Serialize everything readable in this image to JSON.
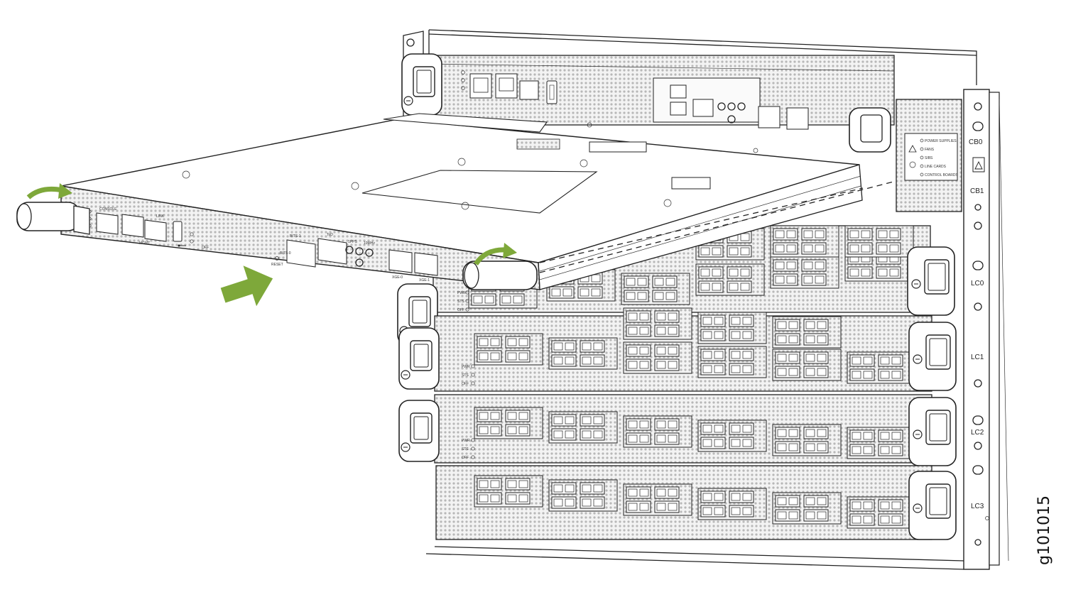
{
  "figure_id": "g101015",
  "colors": {
    "arrow": "#7ea83a",
    "outline": "#222222",
    "perforation": "#bdbdbd"
  },
  "rack_slot_labels": [
    "CB0",
    "CB1",
    "LC0",
    "LC1",
    "LC2",
    "LC3"
  ],
  "status_panel_items": [
    "POWER SUPPLIES",
    "FANS",
    "SIBS",
    "LINE CARDS",
    "CONTROL BOARDS"
  ],
  "line_card_leds": [
    "PWR",
    "STS",
    "OFF"
  ],
  "control_board_labels": {
    "console": "CONSOLE",
    "mgmt": "MGMT",
    "link": "LINK",
    "bits0": "BITS-0",
    "bits1": "BITS-1",
    "tod": "ToD",
    "ten_mhz": "10MHz",
    "one_pps": "1PPS",
    "xge0": "XGE-0",
    "xge1": "XGE-1",
    "reset": "RESET",
    "off": "OFF"
  },
  "icons": [
    "rotate-arrow-icon",
    "insert-arrow-icon",
    "usb-icon",
    "warning-icon"
  ]
}
